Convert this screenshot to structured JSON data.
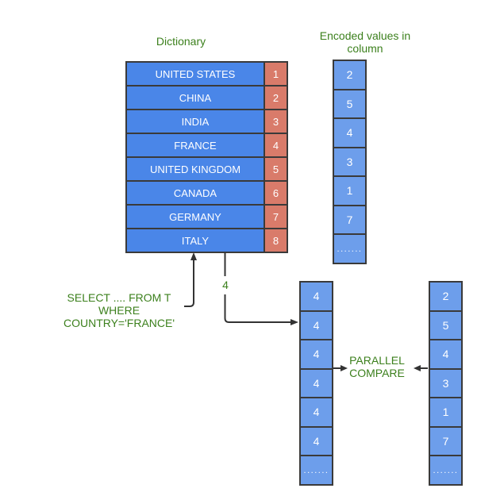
{
  "diagram": {
    "dictionary": {
      "title": "Dictionary",
      "rows": [
        {
          "label": "UNITED STATES",
          "code": "1"
        },
        {
          "label": "CHINA",
          "code": "2"
        },
        {
          "label": "INDIA",
          "code": "3"
        },
        {
          "label": "FRANCE",
          "code": "4"
        },
        {
          "label": "UNITED KINGDOM",
          "code": "5"
        },
        {
          "label": "CANADA",
          "code": "6"
        },
        {
          "label": "GERMANY",
          "code": "7"
        },
        {
          "label": "ITALY",
          "code": "8"
        }
      ]
    },
    "encoded_column": {
      "title_line1": "Encoded values in",
      "title_line2": "column",
      "values": [
        "2",
        "5",
        "4",
        "3",
        "1",
        "7",
        "......."
      ]
    },
    "query": {
      "line1": "SELECT .... FROM T",
      "line2": "WHERE",
      "line3": "COUNTRY='FRANCE'"
    },
    "lookup_value": "4",
    "compare": {
      "label_line1": "PARALLEL",
      "label_line2": "COMPARE",
      "probe_column_values": [
        "4",
        "4",
        "4",
        "4",
        "4",
        "4",
        "......."
      ],
      "data_column_values": [
        "2",
        "5",
        "4",
        "3",
        "1",
        "7",
        "......."
      ]
    },
    "colors": {
      "dictionary_cell_blue": "#4a86e8",
      "code_cell_red": "#d97b6a",
      "column_cell_blue": "#6d9eeb",
      "label_green": "#3c801d",
      "cell_border": "#3a3a3a",
      "cell_text": "#ffffff",
      "arrow": "#333333",
      "background": "#ffffff"
    }
  }
}
